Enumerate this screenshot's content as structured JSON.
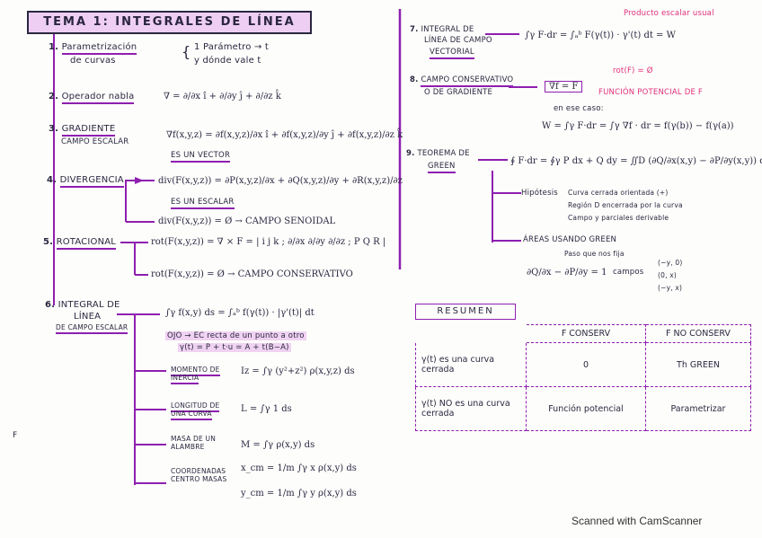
{
  "title": "TEMA 1: INTEGRALES DE LÍNEA",
  "left": {
    "s1": {
      "num": "1.",
      "label": "Parametrización",
      "label2": "de curvas",
      "note1": "1 Parámetro → t",
      "note2": "y dónde vale t"
    },
    "s2": {
      "num": "2.",
      "label": "Operador nabla",
      "formula": "∇ = ∂/∂x î + ∂/∂y ĵ + ∂/∂z k̂"
    },
    "s3": {
      "num": "3.",
      "label": "GRADIENTE",
      "label2": "CAMPO ESCALAR",
      "formula": "∇f(x,y,z) = ∂f(x,y,z)/∂x î + ∂f(x,y,z)/∂y ĵ + ∂f(x,y,z)/∂z k̂",
      "note": "ES UN VECTOR"
    },
    "s4": {
      "num": "4.",
      "label": "DIVERGENCIA",
      "formula": "div(F(x,y,z)) = ∂P(x,y,z)/∂x + ∂Q(x,y,z)/∂y + ∂R(x,y,z)/∂z",
      "note": "ES UN ESCALAR",
      "formula2": "div(F(x,y,z)) = Ø → CAMPO SENOIDAL"
    },
    "s5": {
      "num": "5.",
      "label": "ROTACIONAL",
      "formula": "rot(F(x,y,z)) = ∇ × F = | i j k ; ∂/∂x ∂/∂y ∂/∂z ; P Q R |",
      "formula2": "rot(F(x,y,z)) = Ø → CAMPO CONSERVATIVO"
    },
    "s6": {
      "num": "6.",
      "label": "INTEGRAL DE",
      "label2": "LÍNEA",
      "label3": "DE CAMPO ESCALAR",
      "formula": "∫γ f(x,y) ds = ∫ₐᵇ f(γ(t)) · |γ'(t)| dt",
      "note1": "OJO → EC recta de un punto a otro",
      "note2": "γ(t) = P + t·u = A + t(B−A)",
      "moment_label": "MOMENTO DE INERCIA",
      "moment": "Iz = ∫γ (y²+z²) ρ(x,y,z) ds",
      "length_label": "LONGITUD DE UNA CURVA",
      "length": "L = ∫γ 1 ds",
      "mass_label": "MASA DE UN ALAMBRE",
      "mass": "M = ∫γ ρ(x,y) ds",
      "coord_label": "COORDENADAS CENTRO MASAS",
      "xcm": "x_cm = 1/m ∫γ x ρ(x,y) ds",
      "ycm": "y_cm = 1/m ∫γ y ρ(x,y) ds"
    }
  },
  "right": {
    "s7": {
      "num": "7.",
      "label": "INTEGRAL DE",
      "label2": "LÍNEA DE CAMPO",
      "label3": "VECTORIAL",
      "formula": "∫γ F·dr = ∫ₐᵇ F(γ(t)) · γ'(t) dt = W",
      "note": "Producto escalar usual"
    },
    "s8": {
      "num": "8.",
      "label": "CAMPO CONSERVATIVO",
      "label2": "O DE GRADIENTE",
      "formula": "∇f = F",
      "note1": "rot(F) = Ø",
      "note2": "FUNCIÓN POTENCIAL DE F",
      "note3": "en ese caso:",
      "formula2": "W = ∫γ F·dr = ∫γ ∇f · dr = f(γ(b)) − f(γ(a))"
    },
    "s9": {
      "num": "9.",
      "label": "TEOREMA DE",
      "label2": "GREEN",
      "formula": "∮ F·dr = ∮γ P dx + Q dy = ∬D (∂Q/∂x(x,y) − ∂P/∂y(x,y)) dx dy",
      "hyp_label": "Hipótesis",
      "hyp1": "Curva cerrada orientada (+)",
      "hyp2": "Región D encerrada por la curva",
      "hyp3": "Campo y parciales derivable",
      "areas_label": "ÁREAS USANDO GREEN",
      "areas_note": "Paso que nos fija",
      "areas_formula": "∂Q/∂x − ∂P/∂y = 1",
      "areas_campos": "campos",
      "campos": [
        "(−y, 0)",
        "(0, x)",
        "(−y, x)"
      ]
    }
  },
  "resumen": {
    "label": "RESUMEN",
    "col1": "F CONSERV",
    "col2": "F NO CONSERV",
    "row1": "γ(t) es una curva cerrada",
    "row1_c1": "0",
    "row1_c2": "Th GREEN",
    "row2": "γ(t) NO es una curva cerrada",
    "row2_c1": "Función potencial",
    "row2_c2": "Parametrizar"
  },
  "side_mark": "F",
  "footer": "Scanned with CamScanner",
  "colors": {
    "accent": "#8e1fb0",
    "highlight": "#d782e6",
    "pink": "#e0307a"
  }
}
